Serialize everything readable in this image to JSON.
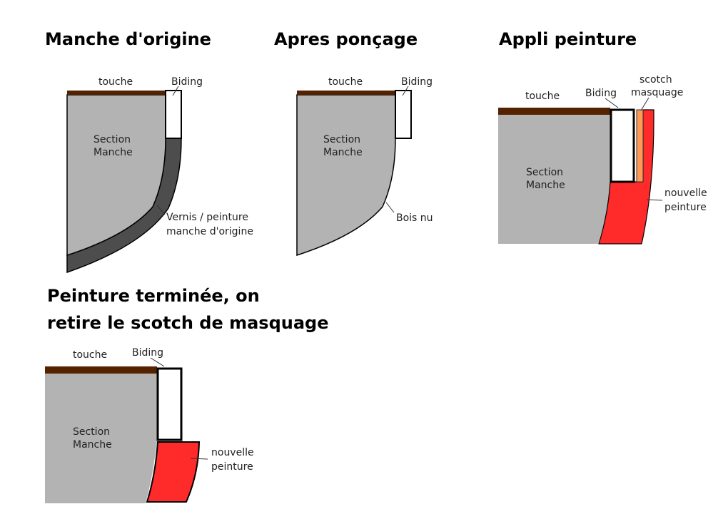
{
  "colors": {
    "touche": "#552200",
    "wood": "#b3b3b3",
    "varnish": "#4d4d4d",
    "paint": "#ff2a2a",
    "scotch": "#ff9955",
    "binding": "#ffffff"
  },
  "panels": [
    {
      "title": "Manche d'origine",
      "touche": "touche",
      "biding": "Biding",
      "section": [
        "Section",
        "Manche"
      ],
      "callout": [
        "Vernis / peinture",
        "manche d'origine"
      ]
    },
    {
      "title": "Apres ponçage",
      "touche": "touche",
      "biding": "Biding",
      "section": [
        "Section",
        "Manche"
      ],
      "callout": [
        "Bois nu"
      ]
    },
    {
      "title": "Appli peinture",
      "touche": "touche",
      "biding": "Biding",
      "scotch": [
        "scotch",
        "masquage"
      ],
      "section": [
        "Section",
        "Manche"
      ],
      "callout": [
        "nouvelle",
        "peinture"
      ]
    },
    {
      "title": [
        "Peinture terminée, on",
        "retire le scotch de masquage"
      ],
      "touche": "touche",
      "biding": "Biding",
      "section": [
        "Section",
        "Manche"
      ],
      "callout": [
        "nouvelle",
        "peinture"
      ]
    }
  ]
}
